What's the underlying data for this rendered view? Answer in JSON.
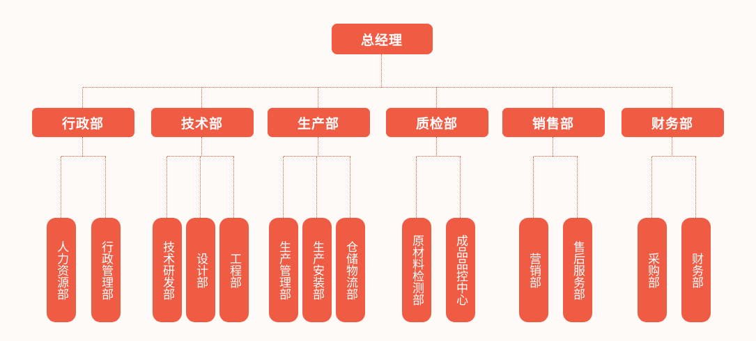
{
  "diagram": {
    "title_node": {
      "label": "总经理"
    },
    "theme": {
      "node_color": "#ef5b43",
      "background_color": "#fefaf7",
      "text_color": "#ffffff",
      "connector_color": "#ef5b43",
      "connector_style": "dotted"
    },
    "departments": [
      {
        "label": "行政部",
        "children": [
          {
            "label": "人力资源部"
          },
          {
            "label": "行政管理部"
          }
        ]
      },
      {
        "label": "技术部",
        "children": [
          {
            "label": "技术研发部"
          },
          {
            "label": "设计部"
          },
          {
            "label": "工程部"
          }
        ]
      },
      {
        "label": "生产部",
        "children": [
          {
            "label": "生产管理部"
          },
          {
            "label": "生产安装部"
          },
          {
            "label": "仓储物流部"
          }
        ]
      },
      {
        "label": "质检部",
        "children": [
          {
            "label": "原材料检测部"
          },
          {
            "label": "成品品控中心"
          }
        ]
      },
      {
        "label": "销售部",
        "children": [
          {
            "label": "营销部"
          },
          {
            "label": "售后服务部"
          }
        ]
      },
      {
        "label": "财务部",
        "children": [
          {
            "label": "采购部"
          },
          {
            "label": "财务部"
          }
        ]
      }
    ]
  }
}
